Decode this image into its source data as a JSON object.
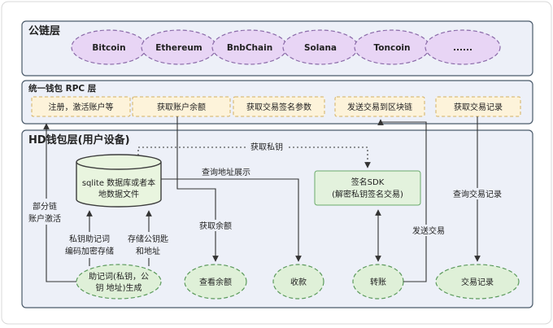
{
  "layers": {
    "public_chain": {
      "title": "公链层",
      "chains": [
        "Bitcoin",
        "Ethereum",
        "BnbChain",
        "Solana",
        "Toncoin",
        "......"
      ]
    },
    "rpc": {
      "title": "统一钱包 RPC 层",
      "items": [
        "注册，激活账户等",
        "获取账户余额",
        "获取交易签名参数",
        "发送交易到区块链",
        "获取交易记录"
      ]
    },
    "hd": {
      "title": "HD钱包层(用户设备)",
      "database": [
        "sqlite 数据库或者本",
        "地数据文件"
      ],
      "sdk": [
        "签名SDK",
        "(解密私钥签名交易)"
      ],
      "mnemonic": [
        "助记词(私钥，公",
        "钥  地址)生成"
      ],
      "actions": [
        "查看余额",
        "收款",
        "转账",
        "交易记录"
      ]
    }
  },
  "edge_labels": {
    "get_private_key": "获取私钥",
    "query_address": "查询地址展示",
    "get_balance": "获取余额",
    "partial_activate": [
      "部分链",
      "账户激活"
    ],
    "mnemonic_store": [
      "私钥助记词",
      "编码加密存储"
    ],
    "store_keys": [
      "存储公钥匙",
      "和地址"
    ],
    "send_tx": "发送交易",
    "query_tx": "查询交易记录"
  },
  "colors": {
    "panel_fill": "#edf0f8",
    "panel_stroke": "#4a5a6a",
    "chain_fill": "#e8d5f5",
    "chain_stroke": "#8a6aa8",
    "rpc_fill": "#fdf3da",
    "rpc_stroke": "#d4b060",
    "db_fill": "#e9f5df",
    "db_stroke": "#3d3d3d",
    "sdk_fill": "#e3f2dd",
    "sdk_stroke": "#6aaa6a",
    "action_fill": "#dff0d8",
    "action_stroke": "#5c9a5c",
    "line": "#333333"
  }
}
